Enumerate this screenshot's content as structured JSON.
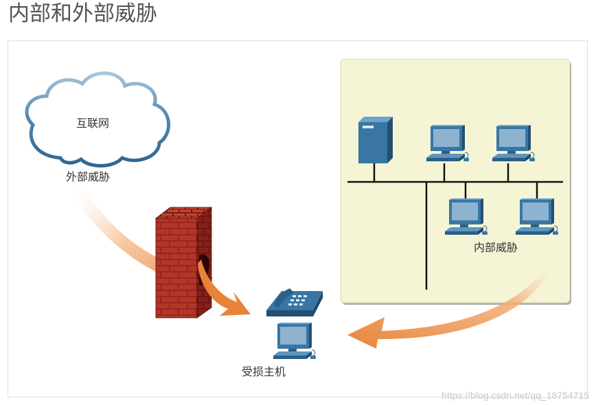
{
  "page": {
    "title": "内部和外部威胁"
  },
  "labels": {
    "internet": "互联网",
    "external_threat": "外部威胁",
    "internal_threat": "内部威胁",
    "victim_host": "受损主机"
  },
  "watermark": "https://blog.csdn.net/qq_18754715",
  "colors": {
    "lan_panel": "#f5f5d5",
    "device_blue": "#3a76a4",
    "threat_arrow": "#e88a3c",
    "firewall_brick": "#a3281d",
    "cloud_outline": "#4a7ea8"
  },
  "icons": [
    "cloud-icon",
    "firewall-icon",
    "server-icon",
    "workstation-icon",
    "ip-phone-icon",
    "threat-arrow-icon"
  ]
}
